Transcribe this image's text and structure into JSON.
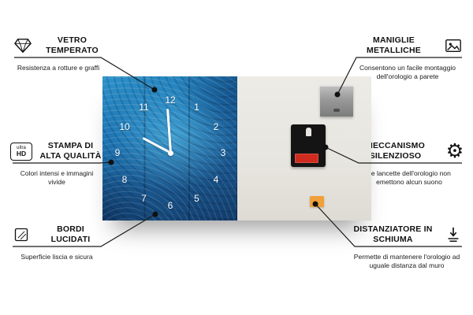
{
  "callouts": [
    {
      "id": "vetro-temperato",
      "side": "left",
      "title": "VETRO TEMPERATO",
      "subtitle": "Resistenza a rotture e graffi",
      "icon": "diamond-icon"
    },
    {
      "id": "stampa-alta-qualita",
      "side": "left",
      "title": "STAMPA DI ALTA QUALITÀ",
      "subtitle": "Colori intensi e immagini vivide",
      "icon": "ultra-hd-icon"
    },
    {
      "id": "bordi-lucidati",
      "side": "left",
      "title": "BORDI LUCIDATI",
      "subtitle": "Superficie liscia e sicura",
      "icon": "polished-edge-icon"
    },
    {
      "id": "maniglie-metalliche",
      "side": "right",
      "title": "MANIGLIE METALLICHE",
      "subtitle": "Consentono un facile montaggio dell'orologio a parete",
      "icon": "picture-frame-icon"
    },
    {
      "id": "meccanismo-silenzioso",
      "side": "right",
      "title": "MECCANISMO SILENZIOSO",
      "subtitle": "Le lancette dell'orologio non emettono alcun suono",
      "icon": "gear-icon"
    },
    {
      "id": "distanziatore-schiuma",
      "side": "right",
      "title": "DISTANZIATORE IN SCHIUMA",
      "subtitle": "Permette di mantenere l'orologio ad uguale distanza dal muro",
      "icon": "spacer-icon"
    }
  ],
  "icons": {
    "gear_glyph": "⚙",
    "ultra_hd_line1": "ultra",
    "ultra_hd_line2": "HD"
  },
  "clock": {
    "numbers": [
      "12",
      "1",
      "2",
      "3",
      "4",
      "5",
      "6",
      "7",
      "8",
      "9",
      "10",
      "11"
    ],
    "time_shown": "10:00",
    "face_accent_color": "#1d74b2",
    "back_color": "#e7e5df",
    "foam_color": "#f0a03a",
    "battery_color": "#cf2b1f",
    "line_color": "#1b1b1b"
  }
}
